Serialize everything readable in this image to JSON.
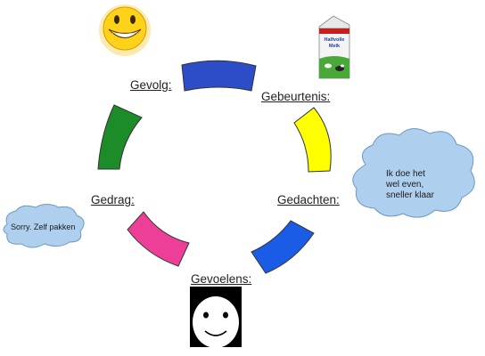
{
  "cycle": {
    "steps": [
      {
        "label": "Gebeurtenis:",
        "color": "#ffff00"
      },
      {
        "label": "Gedachten:",
        "color": "#1a5ce6"
      },
      {
        "label": "Gevoelens:",
        "color": "#1a5ce6"
      },
      {
        "label": "Gedrag:",
        "color": "#ee3f98"
      },
      {
        "label": "Gevolg:",
        "color": "#1c8c28"
      }
    ],
    "segment_colors": {
      "top": "#2d4cc8",
      "right_top": "#ffff00",
      "right_bottom": "#1a5ce6",
      "left_bottom": "#ee3f98",
      "left_top": "#1c8c28"
    }
  },
  "clouds": {
    "right_line1": "Ik doe het",
    "right_line2": "wel even,",
    "right_line3": "sneller klaar",
    "left_text": "Sorry. Zelf pakken"
  },
  "images": {
    "top_left": "smiley-grin-icon",
    "top_right": "milk-carton-icon",
    "bottom": "face-neutral-icon"
  },
  "milk_carton": {
    "brand_line1": "Halfvolle",
    "brand_line2": "Melk"
  },
  "colors": {
    "cloud_fill": "#aed0ee",
    "cloud_stroke": "#6e97c4",
    "smiley": "#ffd21a"
  }
}
